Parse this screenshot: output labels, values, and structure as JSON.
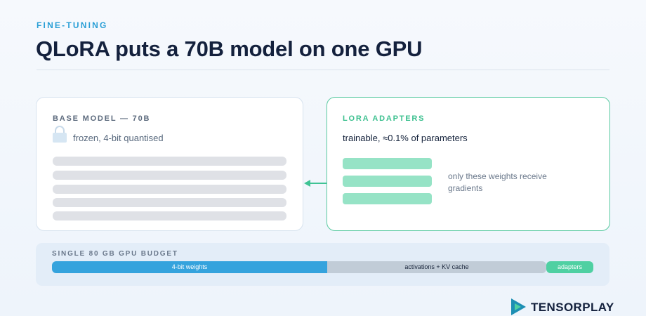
{
  "header": {
    "eyebrow": "FINE-TUNING",
    "title": "QLoRA puts a 70B model on one GPU"
  },
  "base_card": {
    "label": "BASE MODEL — 70B",
    "icon": "lock-icon",
    "status": "frozen, 4-bit quantised",
    "layer_count": 5
  },
  "lora_card": {
    "label": "LORA ADAPTERS",
    "status": "trainable, ≈0.1% of parameters",
    "adapter_count": 3,
    "note": "only these weights receive gradients"
  },
  "budget": {
    "label": "SINGLE 80 GB GPU BUDGET",
    "segments": [
      {
        "label": "4-bit weights",
        "color": "#35a3dd"
      },
      {
        "label": "activations + KV cache",
        "color": "#c1ccd7"
      },
      {
        "label": "adapters",
        "color": "#4fd0a2"
      }
    ]
  },
  "brand": {
    "name": "TENSORPLAY"
  },
  "colors": {
    "accent_blue": "#2a9fd6",
    "accent_green": "#3cc08f",
    "title": "#14213d"
  }
}
